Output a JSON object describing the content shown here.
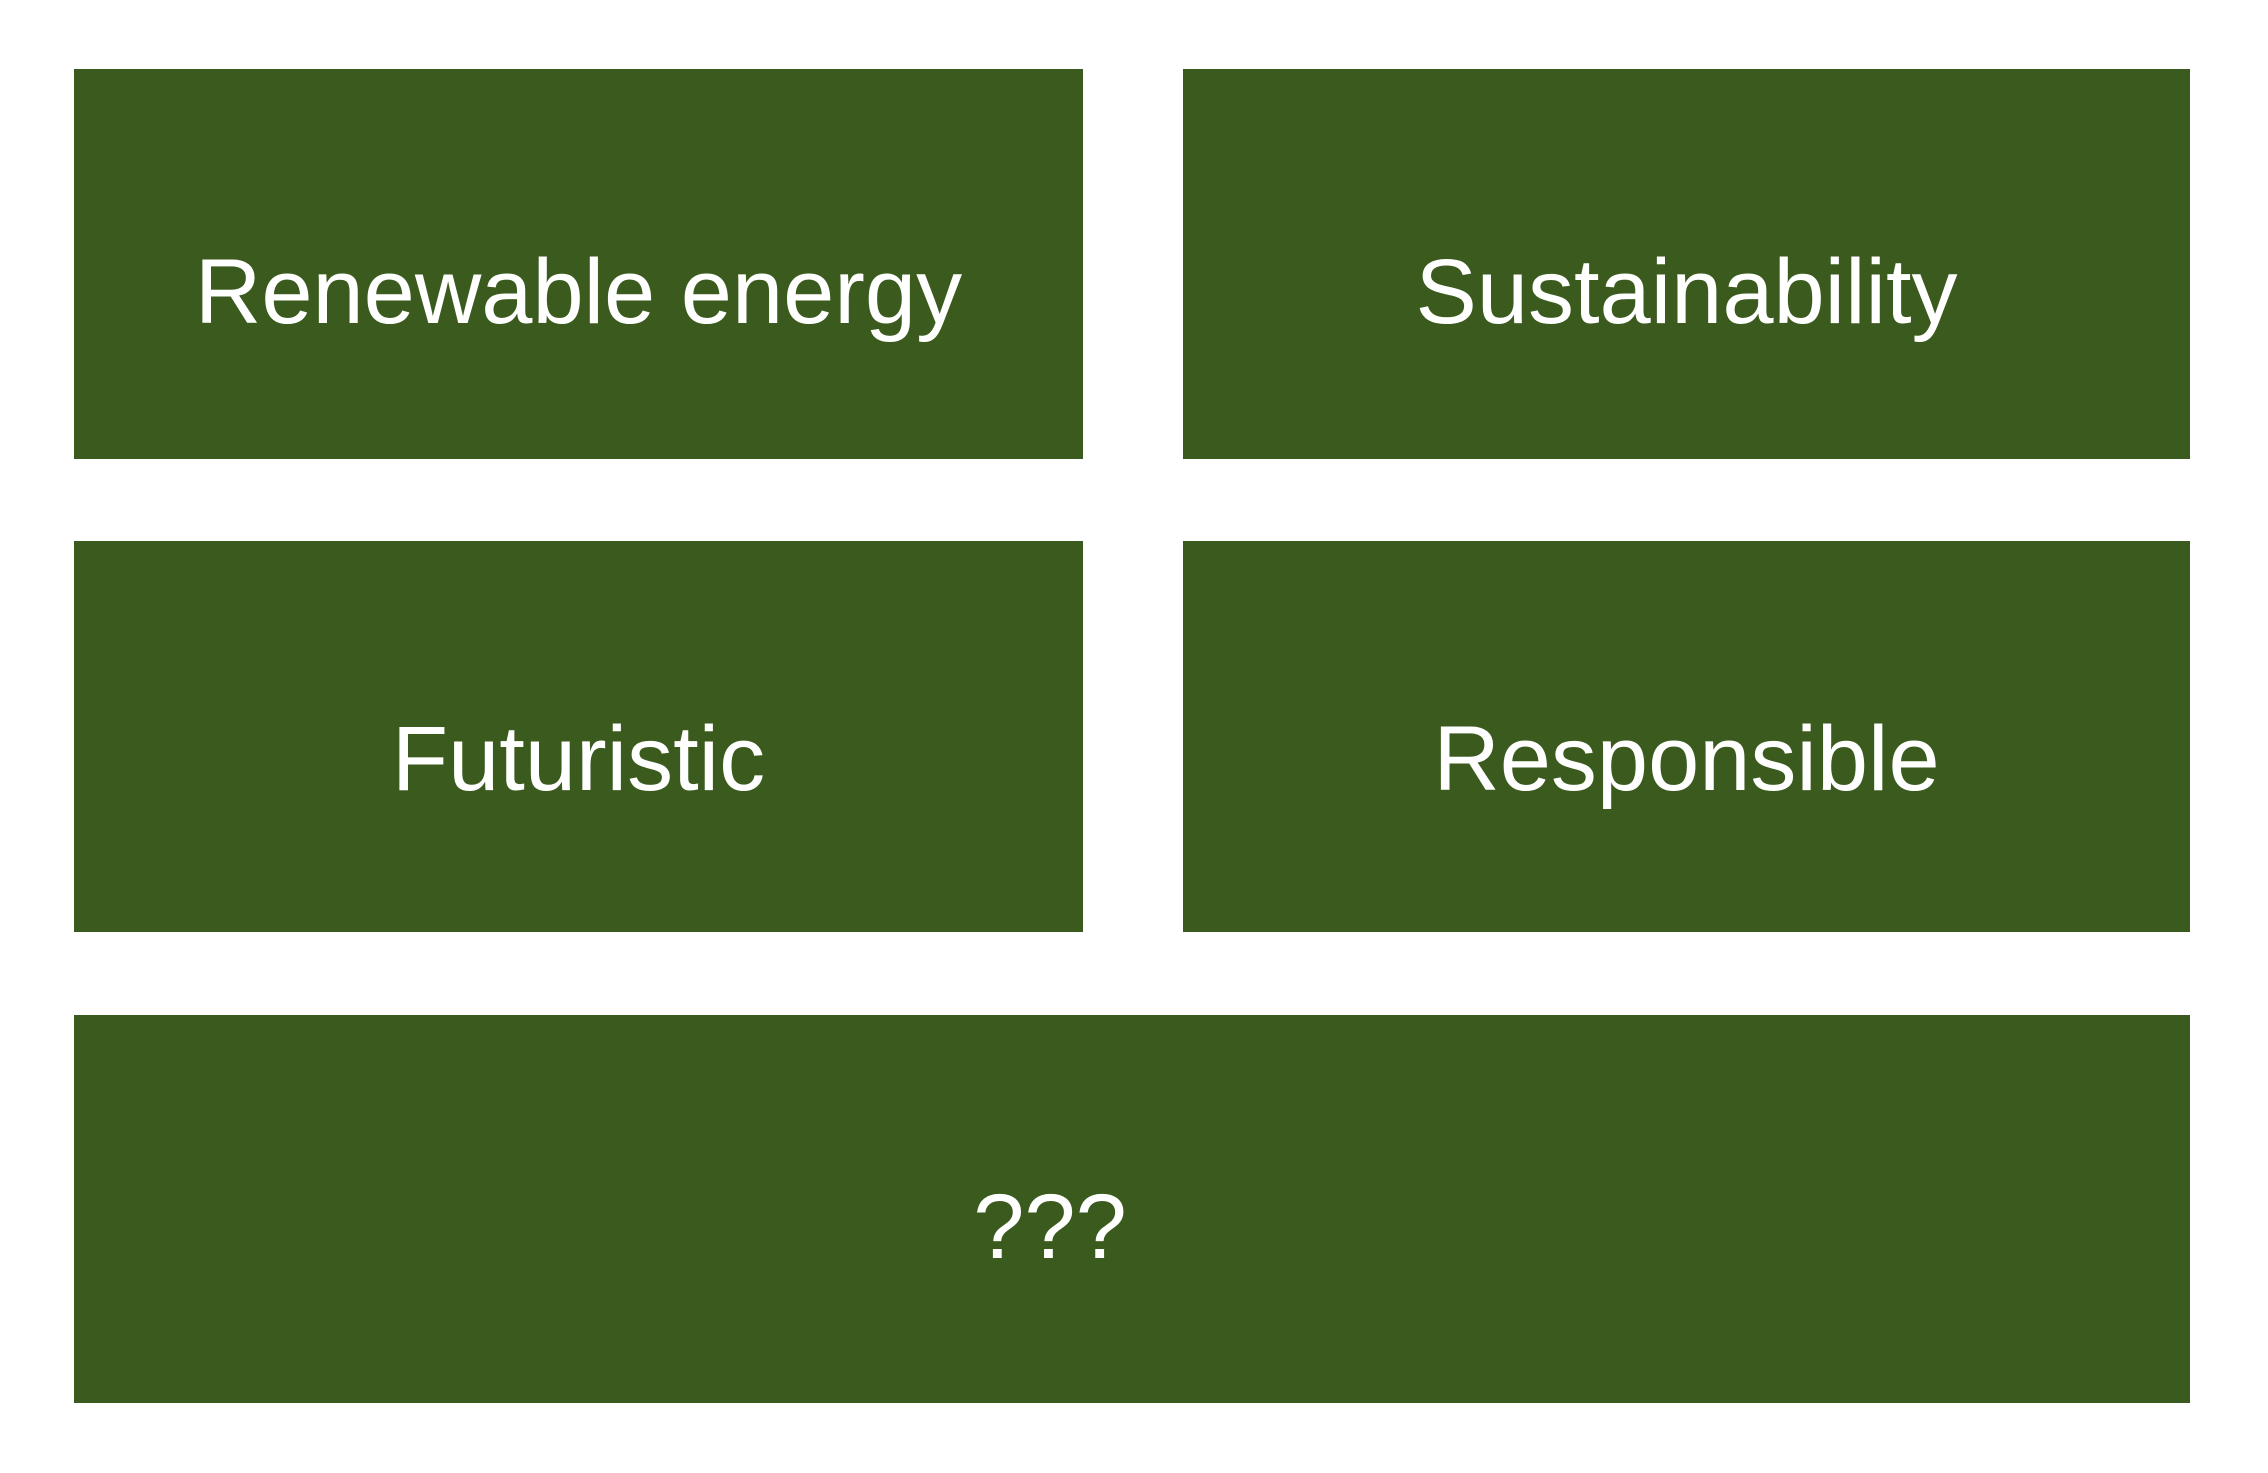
{
  "page": {
    "background_color": "#ffffff",
    "tile_color": "#3b5a1d",
    "text_color": "#ffffff"
  },
  "grid": {
    "rows": [
      {
        "tiles": [
          {
            "label": "Renewable energy"
          },
          {
            "label": "Sustainability"
          }
        ]
      },
      {
        "tiles": [
          {
            "label": "Futuristic"
          },
          {
            "label": "Responsible"
          }
        ]
      },
      {
        "tiles": [
          {
            "label": "???"
          }
        ]
      }
    ]
  }
}
